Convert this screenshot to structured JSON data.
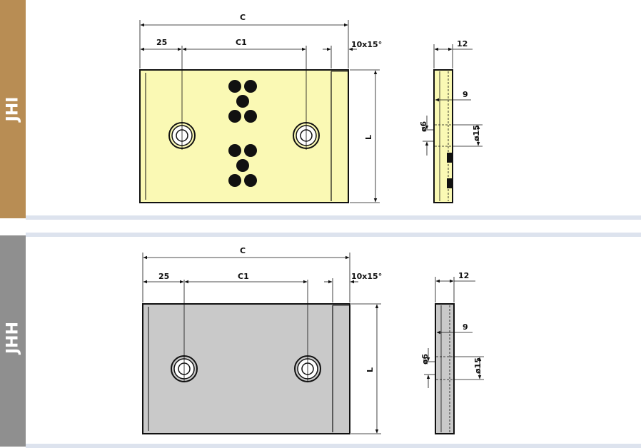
{
  "colors": {
    "jhi_tab": "#b88d54",
    "jhh_tab": "#8f8f8f",
    "jhi_plate": "#faf9b4",
    "jhh_plate": "#c9c9c9",
    "plug": "#111111"
  },
  "jhi": {
    "label": "JHI",
    "dims": {
      "overall": "C",
      "edge": "25",
      "pitch": "C1",
      "chamfer": "10x15°",
      "length": "L",
      "thickness": "12",
      "counterbore_depth": "9",
      "hole_dia": "ø6",
      "counterbore_dia": "ø15"
    }
  },
  "jhh": {
    "label": "JHH",
    "dims": {
      "overall": "C",
      "edge": "25",
      "pitch": "C1",
      "chamfer": "10x15°",
      "length": "L",
      "thickness": "12",
      "counterbore_depth": "9",
      "hole_dia": "ø6",
      "counterbore_dia": "ø15"
    }
  }
}
